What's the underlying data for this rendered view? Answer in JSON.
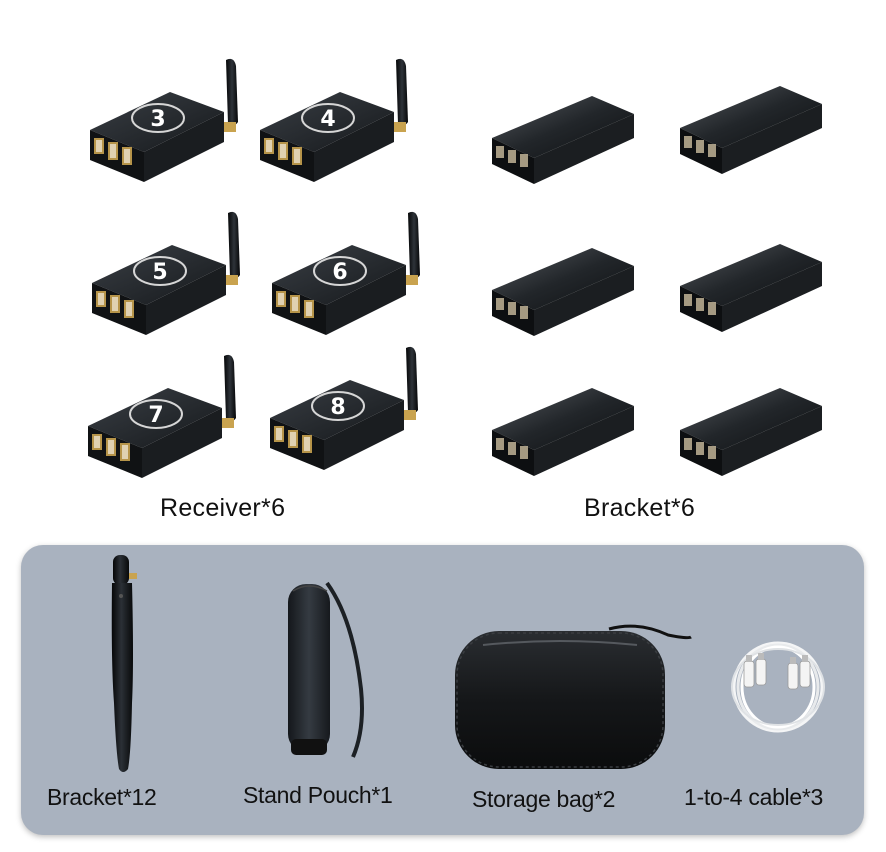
{
  "receivers": {
    "numbers": [
      "3",
      "4",
      "5",
      "6",
      "7",
      "8"
    ],
    "label": "Receiver*6"
  },
  "brackets": {
    "label": "Bracket*6"
  },
  "accessories": [
    {
      "label": "Bracket*12",
      "icon": "antenna-icon"
    },
    {
      "label": "Stand Pouch*1",
      "icon": "stand-pouch-icon"
    },
    {
      "label": "Storage bag*2",
      "icon": "storage-bag-icon"
    },
    {
      "label": "1-to-4 cable*3",
      "icon": "cable-icon"
    }
  ],
  "colors": {
    "panel": "#a9b2bf",
    "device": "#1c1f22",
    "accent": "#c9a34f"
  }
}
